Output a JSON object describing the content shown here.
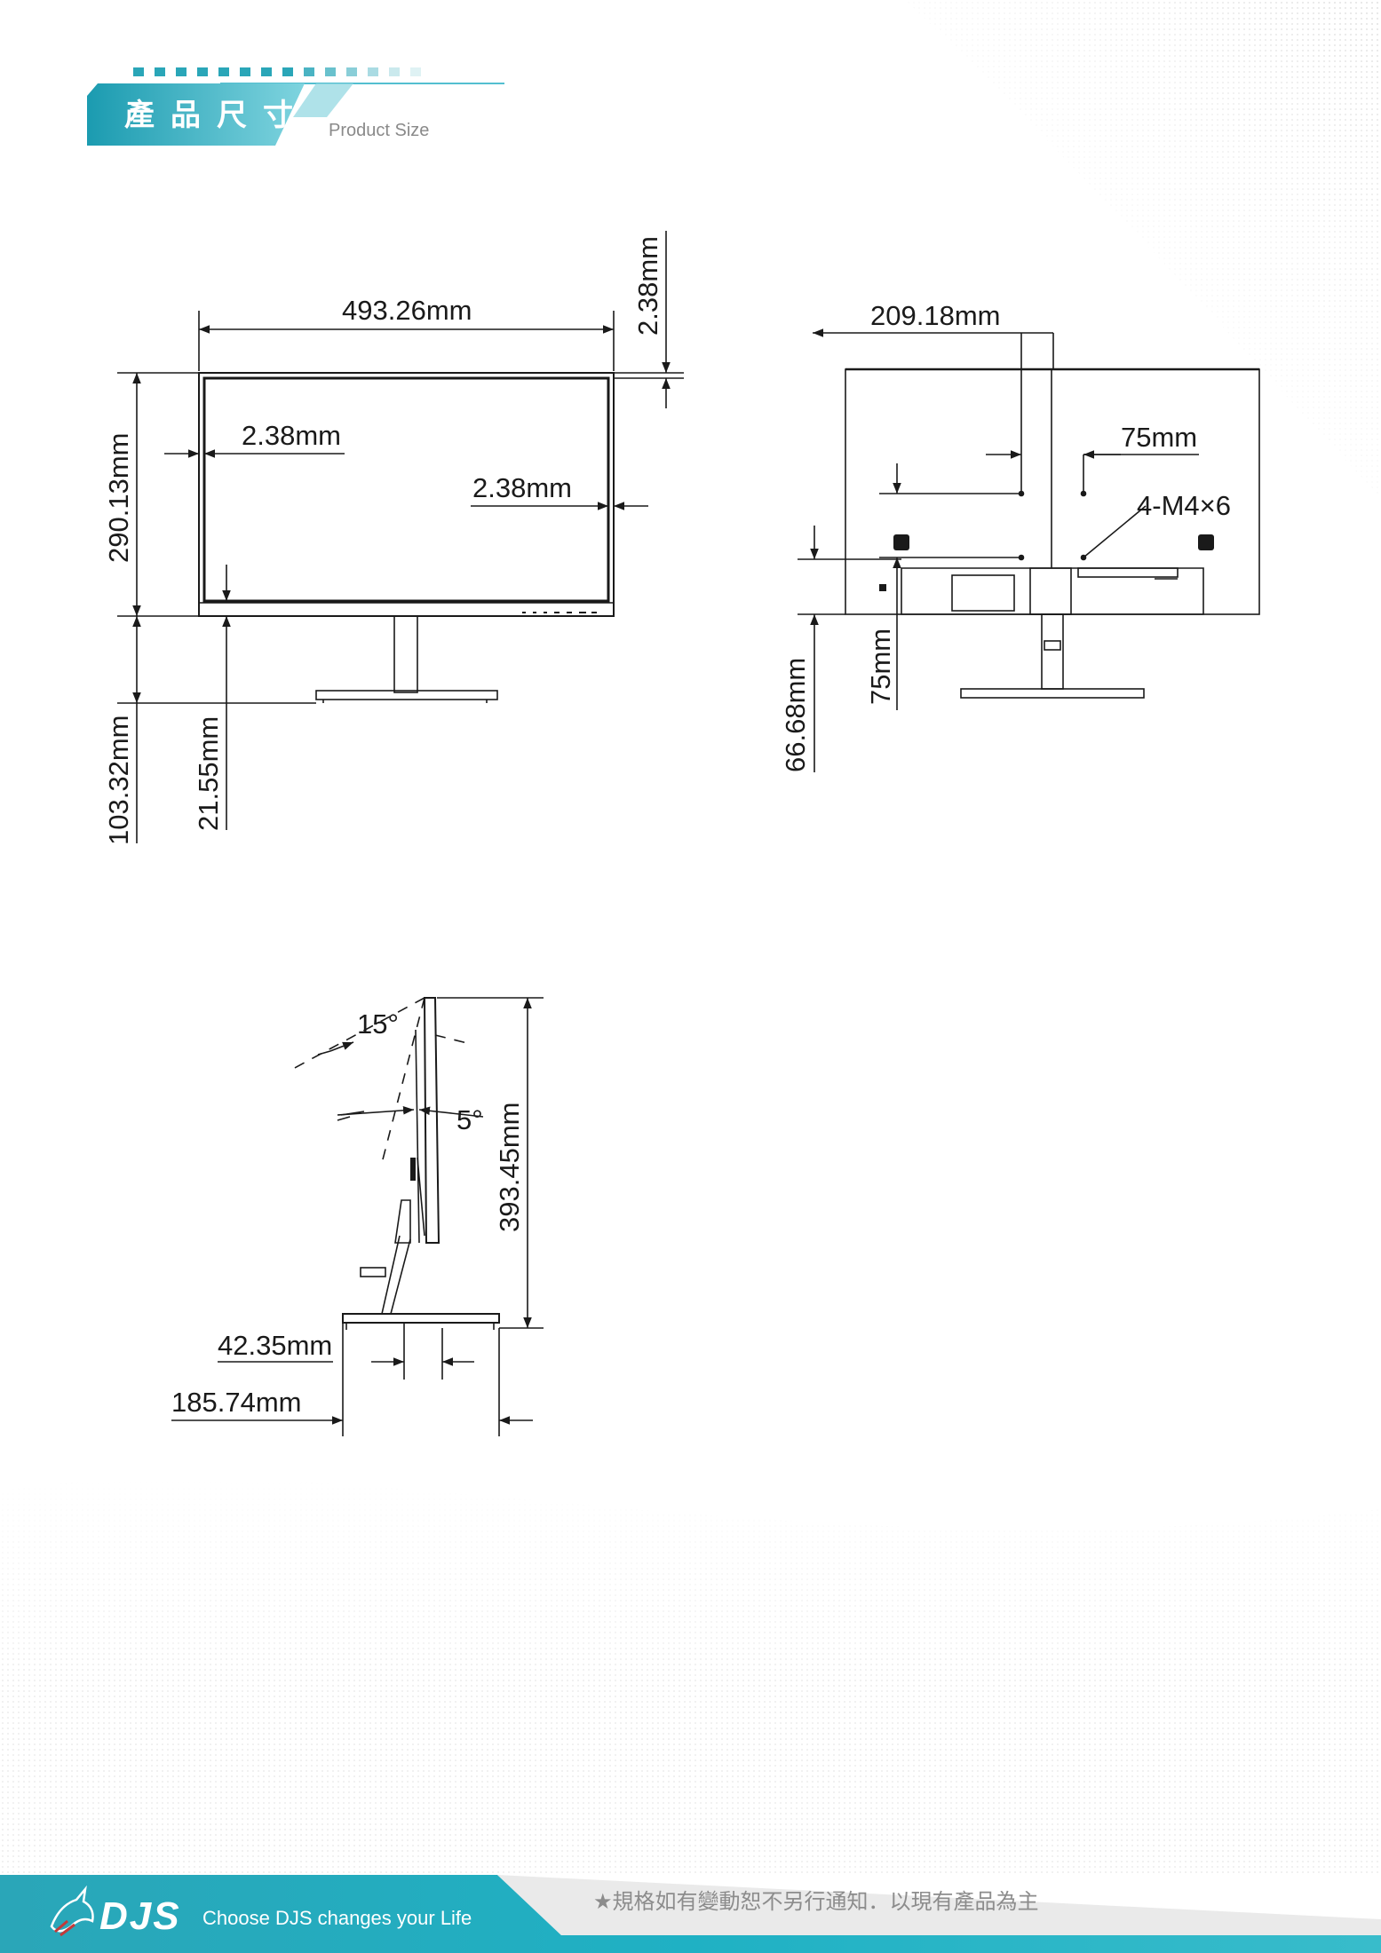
{
  "header": {
    "title": "產品尺寸",
    "subtitle": "Product Size"
  },
  "front_view": {
    "width": "493.26mm",
    "top_bezel": "2.38mm",
    "left_bezel": "2.38mm",
    "right_bezel": "2.38mm",
    "panel_height": "290.13mm",
    "stand_height": "103.32mm",
    "bottom_bezel": "21.55mm"
  },
  "rear_view": {
    "depth_width": "209.18mm",
    "vesa_horizontal": "75mm",
    "vesa_screw": "4-M4×6",
    "vesa_vertical": "75mm",
    "bottom_offset": "66.68mm"
  },
  "side_view": {
    "tilt_back": "15°",
    "tilt_forward": "5°",
    "total_height": "393.45mm",
    "base_neck": "42.35mm",
    "base_depth": "185.74mm"
  },
  "footer": {
    "brand": "DJS",
    "slogan": "Choose  DJS  changes your Life",
    "note": "★規格如有變動恕不另行通知．以現有產品為主"
  },
  "colors": {
    "accent": "#2aa6b8",
    "accent_light": "#53bfd0",
    "line": "#1a1a1a"
  }
}
